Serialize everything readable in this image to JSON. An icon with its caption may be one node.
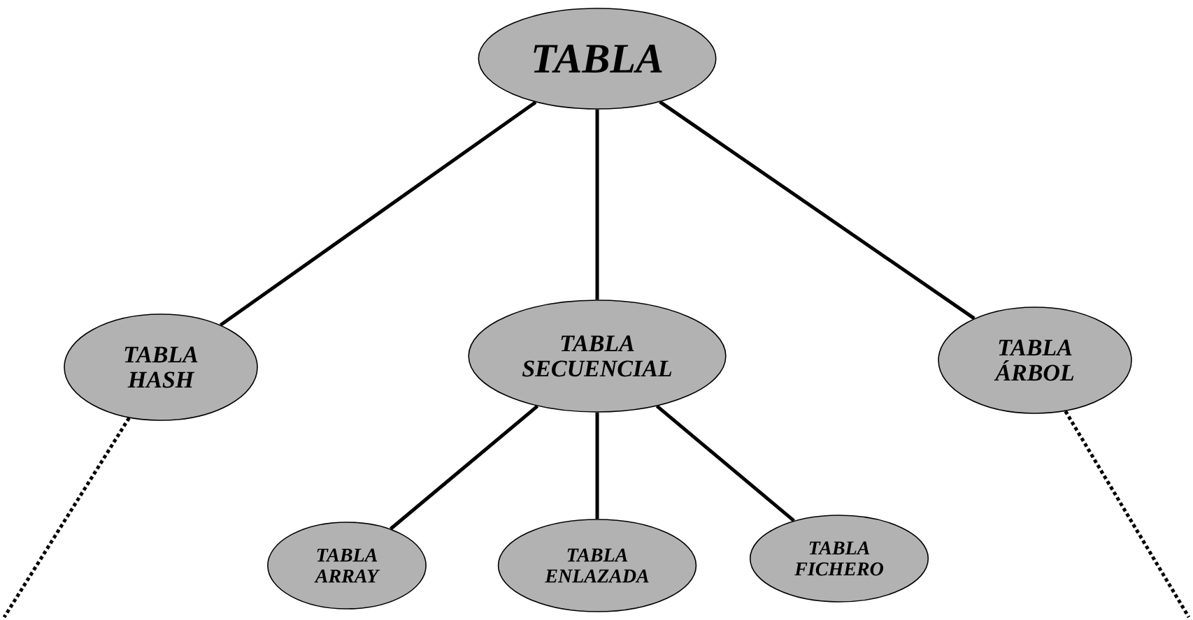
{
  "diagram": {
    "nodes": [
      {
        "text": [
          "TABLA"
        ]
      },
      {
        "text": [
          "TABLA HASH"
        ]
      },
      {
        "text": [
          "TABLA SECUENCIAL"
        ]
      },
      {
        "text": [
          "TABLA ÁRBOL"
        ]
      },
      {
        "text": [
          "TABLA ARRAY"
        ]
      },
      {
        "text": [
          "TABLA ENLAZADA"
        ]
      },
      {
        "text": [
          "TABLA FICHERO"
        ]
      }
    ],
    "edges": [
      {
        "from": 0,
        "to": 1,
        "arrow": "none"
      },
      {
        "from": 0,
        "to": 2,
        "arrow": "none"
      },
      {
        "from": 0,
        "to": 3,
        "arrow": "none"
      },
      {
        "from": 2,
        "to": 4,
        "arrow": "none"
      },
      {
        "from": 2,
        "to": 5,
        "arrow": "none"
      },
      {
        "from": 2,
        "to": 6,
        "arrow": "none"
      },
      {
        "from": 1,
        "to": null,
        "arrow": "none",
        "style": "dashed"
      },
      {
        "from": 3,
        "to": null,
        "arrow": "none",
        "style": "dashed"
      }
    ]
  }
}
